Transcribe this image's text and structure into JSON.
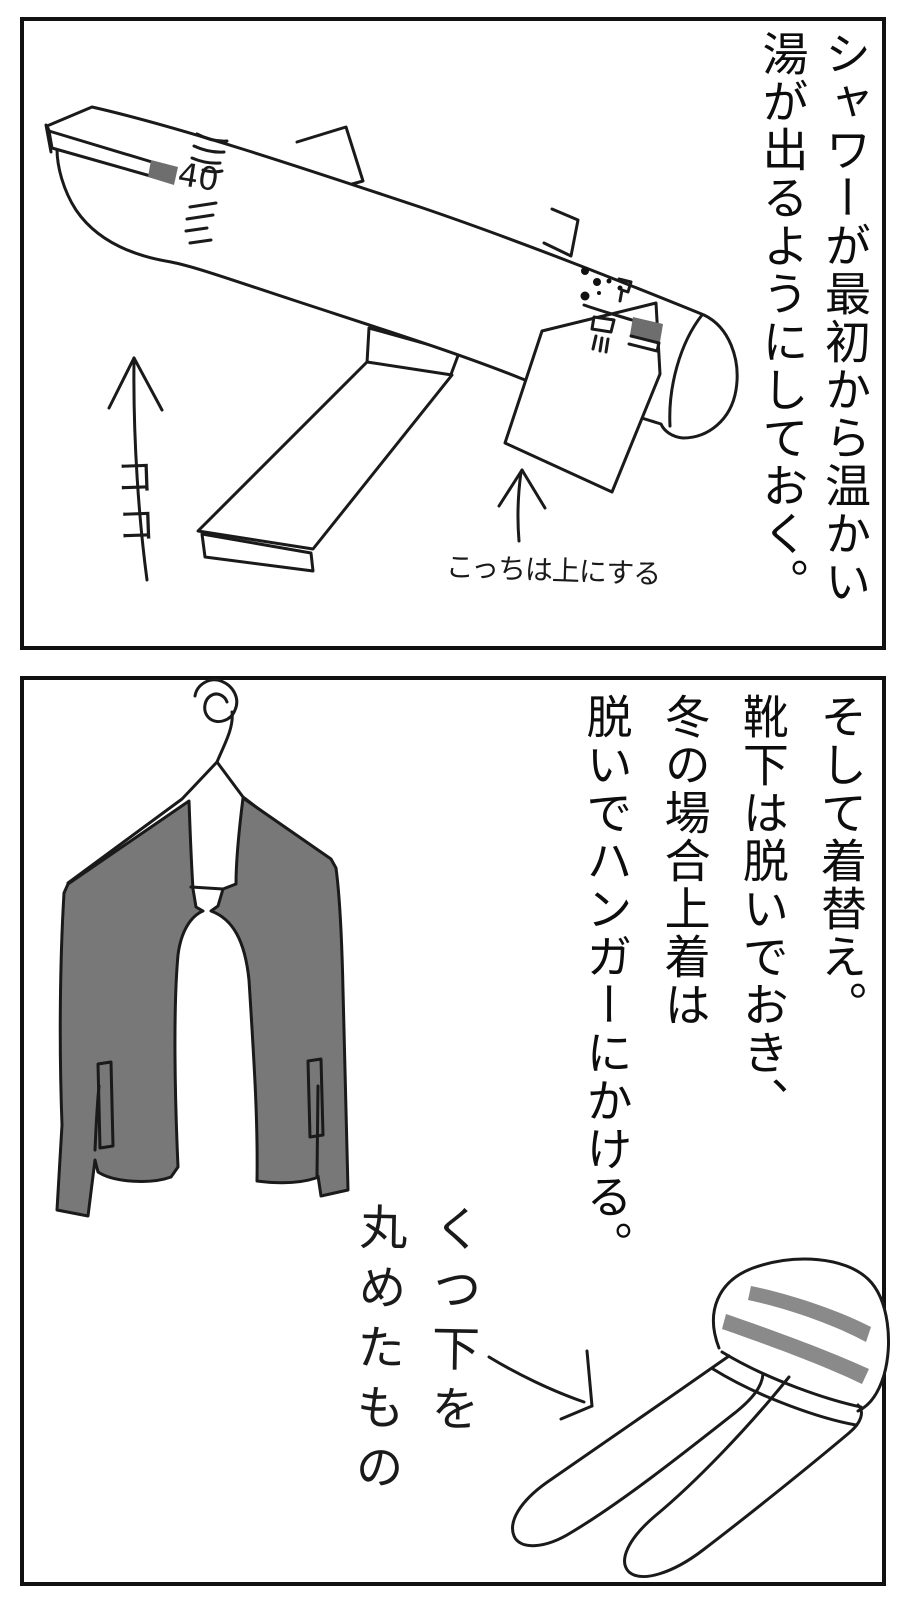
{
  "panel1": {
    "caption": "シャワーが最初から温かい\n湯が出るようにしておく。",
    "dial_value": "40",
    "label_here": "ココ",
    "label_this_side_up": "こっちは上にする"
  },
  "panel2": {
    "caption": "そして着替え。\n靴下は脱いでおき、\n冬の場合上着は\n脱いでハンガーにかける。",
    "label_rolled_socks": "くつ下を\n丸めたもの"
  },
  "colors": {
    "ink": "#1a1a1a",
    "panel_border": "#111111",
    "jacket_gray": "#787878",
    "sock_stripe_gray": "#8a8a8a",
    "knob_gray": "#6e6e6e",
    "background": "#ffffff"
  }
}
